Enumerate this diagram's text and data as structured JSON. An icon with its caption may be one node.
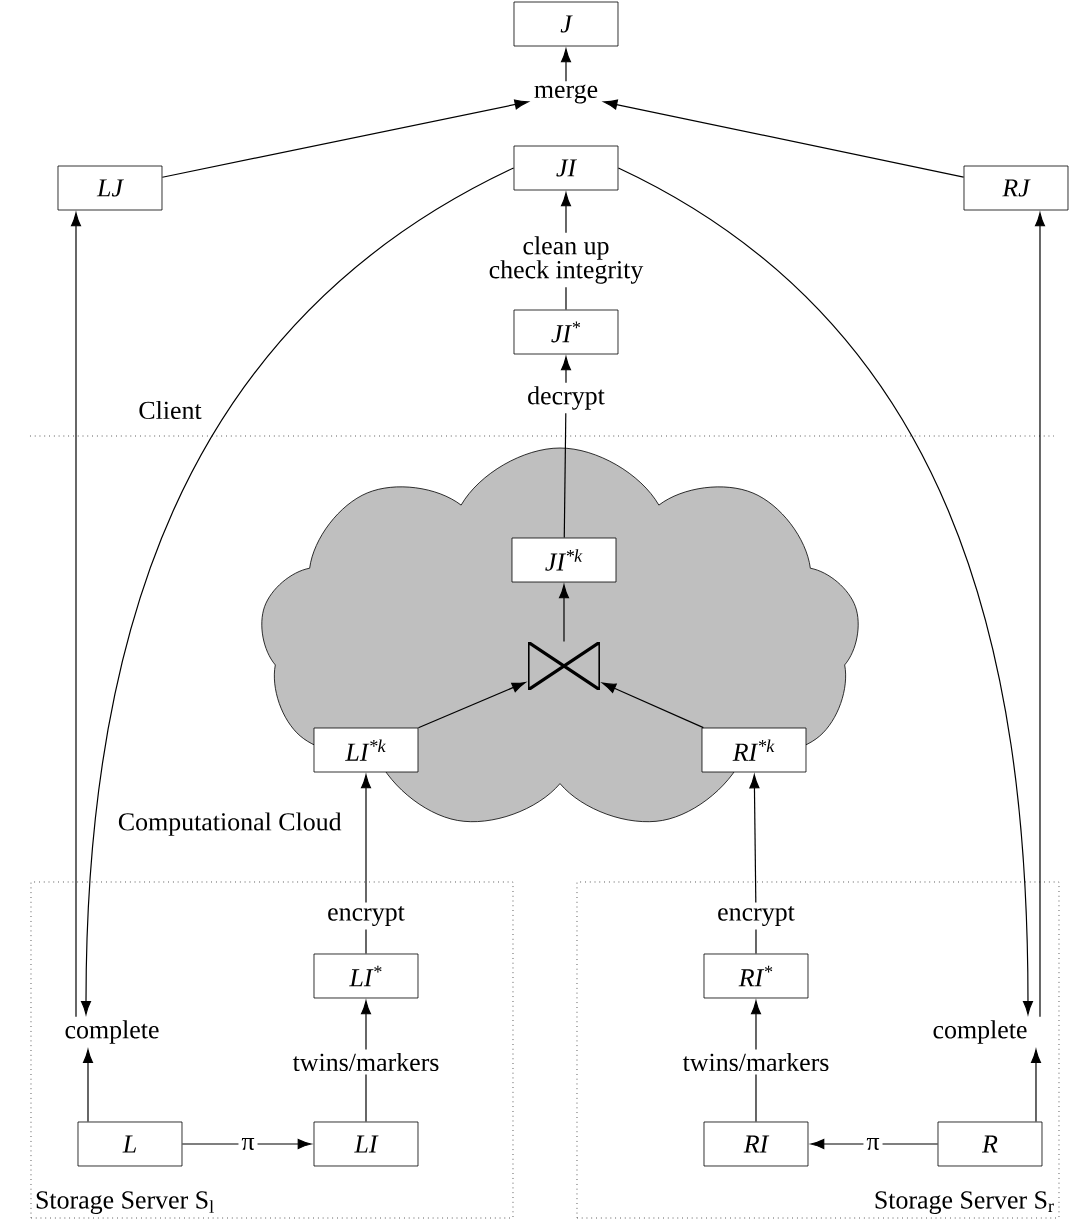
{
  "diagram": {
    "nodes": [
      {
        "text": [
          "J"
        ]
      },
      {
        "text": [
          "merge"
        ]
      },
      {
        "text": [
          "LJ"
        ]
      },
      {
        "text": [
          "JI"
        ]
      },
      {
        "text": [
          "RJ"
        ]
      },
      {
        "text": [
          "clean up",
          "check integrity"
        ]
      },
      {
        "text": [
          "JI$^{*}$"
        ]
      },
      {
        "text": [
          "decrypt"
        ]
      },
      {
        "text": [
          "Computational Cloud"
        ]
      },
      {
        "text": [
          "JI$^{*k}$"
        ],
        "in": 8
      },
      {
        "text": [],
        "shape": "bowtie",
        "in": 8
      },
      {
        "text": [
          "LI$^{*k}$"
        ],
        "in": 8
      },
      {
        "text": [
          "RI$^{*k}$"
        ],
        "in": 8
      },
      {
        "text": [
          "Storage Server S$_{l}$"
        ]
      },
      {
        "text": [
          "encrypt"
        ],
        "in": 13
      },
      {
        "text": [
          "LI$^{*}$"
        ],
        "in": 13
      },
      {
        "text": [
          "complete"
        ],
        "in": 13
      },
      {
        "text": [
          "twins/markers"
        ],
        "in": 13
      },
      {
        "text": [
          "L"
        ],
        "in": 13
      },
      {
        "text": [
          "LI"
        ],
        "in": 13
      },
      {
        "text": [
          "Storage Server S$_{r}$"
        ]
      },
      {
        "text": [
          "encrypt"
        ],
        "in": 20
      },
      {
        "text": [
          "RI$^{*}$"
        ],
        "in": 20
      },
      {
        "text": [
          "complete"
        ],
        "in": 20
      },
      {
        "text": [
          "twins/markers"
        ],
        "in": 20
      },
      {
        "text": [
          "RI"
        ],
        "in": 20
      },
      {
        "text": [
          "R"
        ],
        "in": 20
      }
    ],
    "edges": [
      {
        "from": 1,
        "to": 0,
        "arrow": "to"
      },
      {
        "from": 2,
        "to": 1,
        "arrow": "to"
      },
      {
        "from": 4,
        "to": 1,
        "arrow": "to"
      },
      {
        "from": 3,
        "to": 16,
        "arrow": "to"
      },
      {
        "from": 3,
        "to": 23,
        "arrow": "to"
      },
      {
        "from": 16,
        "to": 2,
        "arrow": "to"
      },
      {
        "from": 23,
        "to": 4,
        "arrow": "to"
      },
      {
        "from": 5,
        "to": 3,
        "arrow": "to"
      },
      {
        "from": 6,
        "to": 5,
        "arrow": "none"
      },
      {
        "from": 7,
        "to": 6,
        "arrow": "to"
      },
      {
        "from": 9,
        "to": 7,
        "arrow": "none"
      },
      {
        "from": 10,
        "to": 9,
        "arrow": "to"
      },
      {
        "from": 11,
        "to": 10,
        "arrow": "to"
      },
      {
        "from": 12,
        "to": 10,
        "arrow": "to"
      },
      {
        "from": 14,
        "to": 11,
        "arrow": "to"
      },
      {
        "from": 15,
        "to": 14,
        "arrow": "none"
      },
      {
        "from": 17,
        "to": 15,
        "arrow": "to"
      },
      {
        "from": 19,
        "to": 17,
        "arrow": "none"
      },
      {
        "from": 18,
        "to": 16,
        "arrow": "to"
      },
      {
        "from": 18,
        "to": 19,
        "arrow": "to",
        "label": "π"
      },
      {
        "from": 21,
        "to": 12,
        "arrow": "to"
      },
      {
        "from": 22,
        "to": 21,
        "arrow": "none"
      },
      {
        "from": 24,
        "to": 22,
        "arrow": "to"
      },
      {
        "from": 25,
        "to": 24,
        "arrow": "none"
      },
      {
        "from": 26,
        "to": 23,
        "arrow": "to"
      },
      {
        "from": 26,
        "to": 25,
        "arrow": "to",
        "label": "π"
      }
    ],
    "labels": [
      "Client"
    ]
  }
}
